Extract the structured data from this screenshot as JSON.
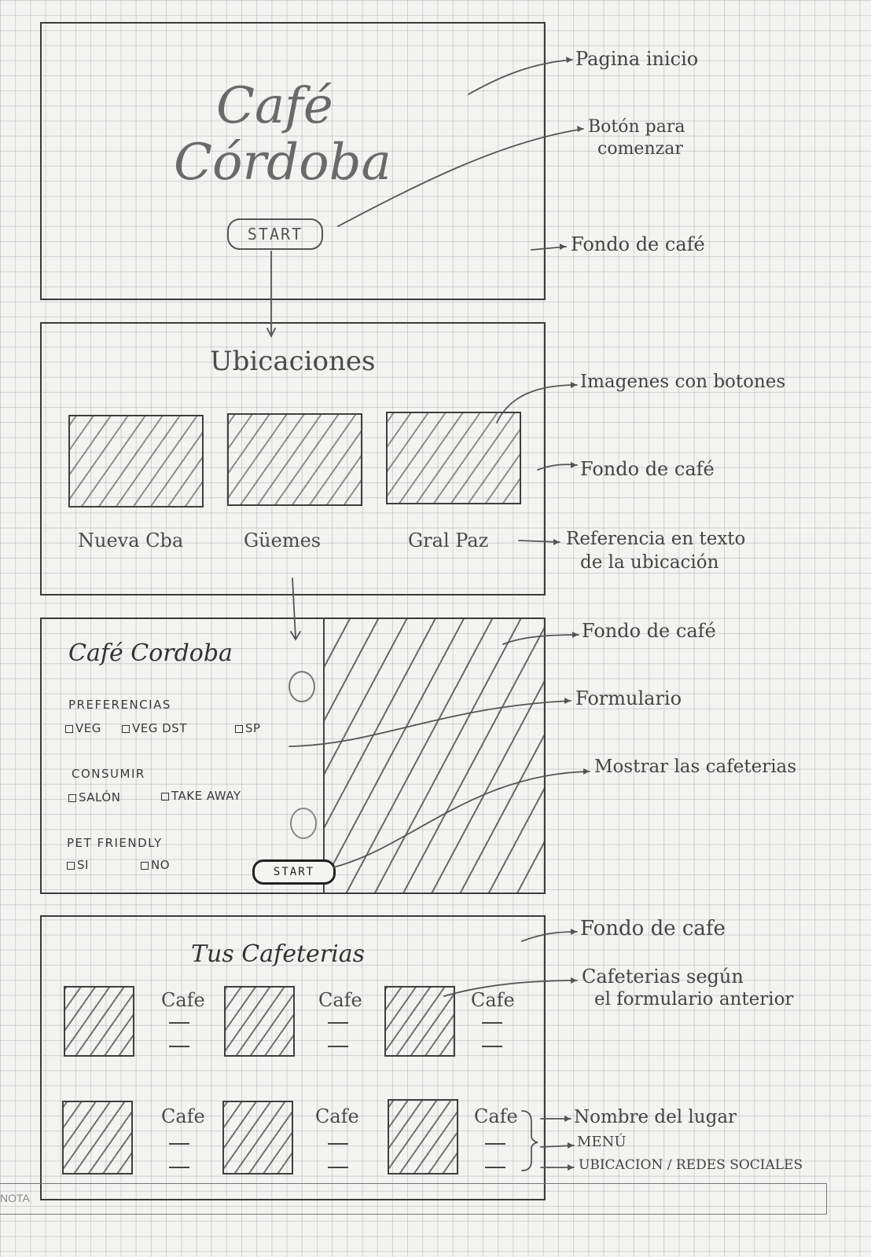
{
  "frame1": {
    "title_line1": "Café",
    "title_line2": "Córdoba",
    "start_button": "START"
  },
  "frame2": {
    "title": "Ubicaciones",
    "locations": [
      "Nueva Cba",
      "Güemes",
      "Gral Paz"
    ]
  },
  "frame3": {
    "title": "Café Cordoba",
    "preferencias_label": "PREFERENCIAS",
    "preferencias_options": [
      "VEG",
      "VEG DST",
      "SP"
    ],
    "consumir_label": "CONSUMIR",
    "consumir_options": [
      "SALÓN",
      "TAKE AWAY"
    ],
    "pet_label": "PET FRIENDLY",
    "pet_options": [
      "SI",
      "NO"
    ],
    "start_button": "START"
  },
  "frame4": {
    "title": "Tus Cafeterias",
    "cafe_label": "Cafe"
  },
  "annotations": {
    "pagina_inicio": "Pagina inicio",
    "boton_line1": "Botón para",
    "boton_line2": "comenzar",
    "fondo_cafe_1": "Fondo de café",
    "imagenes_botones": "Imagenes con botones",
    "fondo_cafe_2": "Fondo de café",
    "referencia_line1": "Referencia en texto",
    "referencia_line2": "de la ubicación",
    "fondo_cafe_3": "Fondo de café",
    "formulario": "Formulario",
    "mostrar": "Mostrar las cafeterias",
    "fondo_cafe_4": "Fondo de cafe",
    "cafeterias_line1": "Cafeterias según",
    "cafeterias_line2": "el formulario anterior",
    "nombre_lugar": "Nombre del lugar",
    "menu": "MENÚ",
    "ubicacion_redes": "UBICACION / REDES SOCIALES"
  },
  "footer": {
    "nota": "NOTA"
  }
}
